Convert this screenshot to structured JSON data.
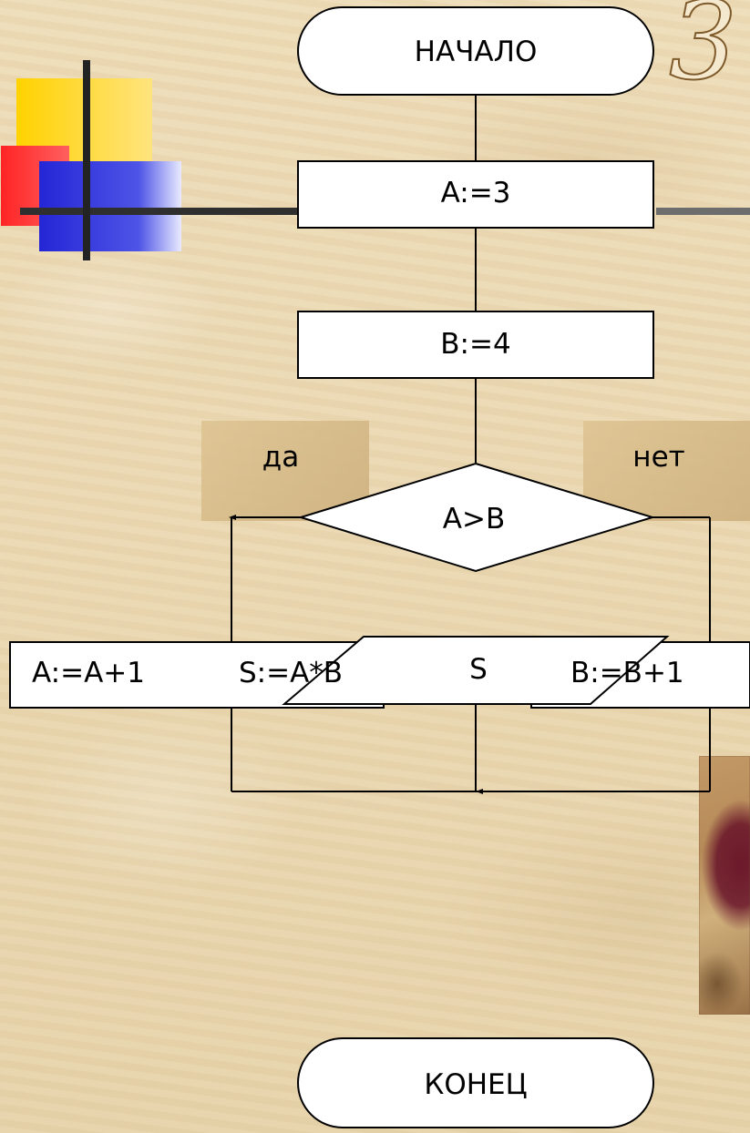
{
  "flowchart": {
    "start_label": "НАЧАЛО",
    "assign_a_label": "A:=3",
    "assign_b_label": "B:=4",
    "condition_label": "A>B",
    "yes_label": "да",
    "no_label": "нет",
    "yes_action_increment_label": "A:=A+1",
    "yes_action_product_label": "S:=A*B",
    "no_action_label": "B:=B+1",
    "output_label": "S",
    "end_label": "КОНЕЦ"
  },
  "slide": {
    "number": "3"
  },
  "colors": {
    "background": "#ead8b2",
    "yellow": "#ffd400",
    "red": "#ff2a2a",
    "blue": "#2b2fd8",
    "line": "#2f2f2f"
  }
}
